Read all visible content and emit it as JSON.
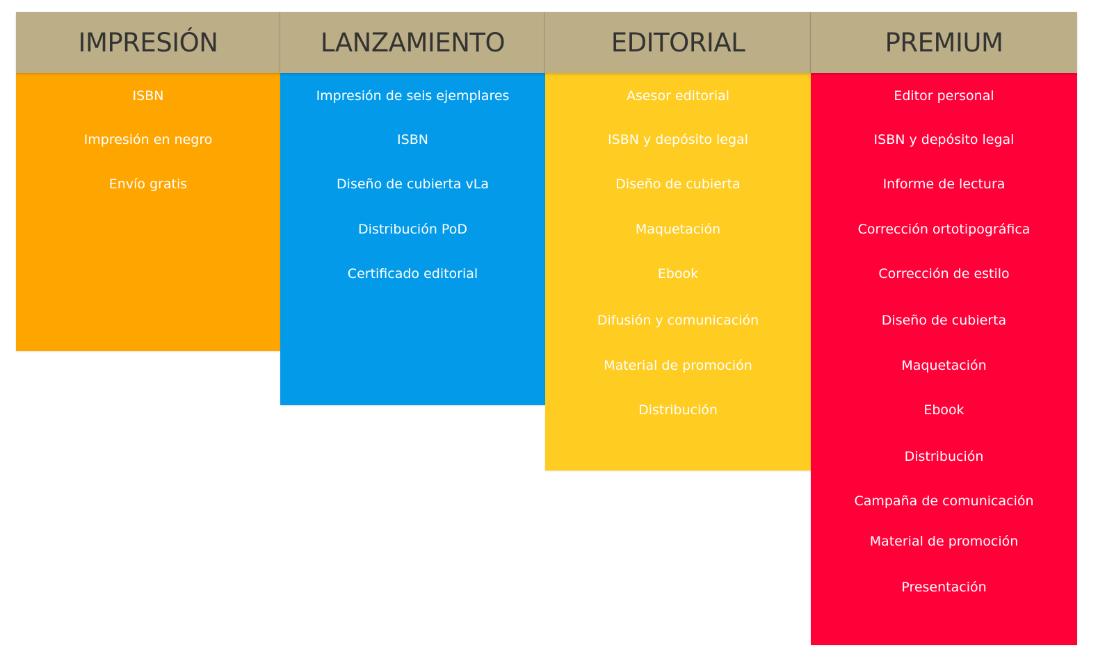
{
  "plans": [
    {
      "title": "IMPRESIÓN",
      "color": "#ffa500",
      "features": [
        "ISBN",
        "Impresión en negro",
        "Envío gratis"
      ]
    },
    {
      "title": "LANZAMIENTO",
      "color": "#039be9",
      "features": [
        "Impresión de seis ejemplares",
        "ISBN",
        "Diseño de cubierta vLa",
        "Distribución PoD",
        "Certificado editorial"
      ]
    },
    {
      "title": "EDITORIAL",
      "color": "#ffcc21",
      "features": [
        "Asesor editorial",
        "ISBN y depósito legal",
        "Diseño de cubierta",
        "Maquetación",
        "Ebook",
        "Difusión y comunicación",
        "Material de promoción",
        "Distribución"
      ]
    },
    {
      "title": "PREMIUM",
      "color": "#ff0039",
      "features": [
        "Editor personal",
        "ISBN y depósito legal",
        "Informe de lectura",
        "Corrección ortotipográfica",
        "Corrección de estilo",
        "Diseño de cubierta",
        "Maquetación",
        "Ebook",
        "Distribución",
        "Campaña de comunicación",
        "Material de promoción",
        "Presentación"
      ]
    }
  ],
  "header_color": "#bcae86"
}
